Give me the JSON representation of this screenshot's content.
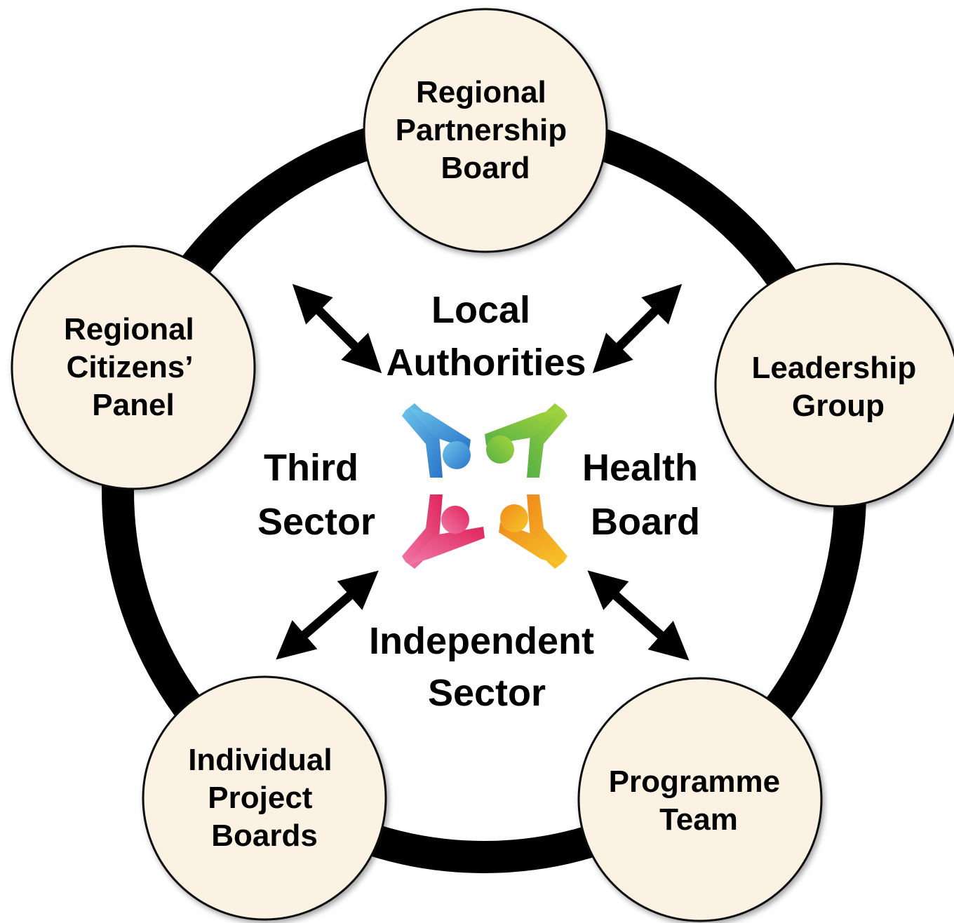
{
  "colors": {
    "ring": "#000000",
    "node_fill": "#fbf2e4",
    "node_stroke": "#111111",
    "text": "#000000",
    "logo_blue": "#2d8fd9",
    "logo_green": "#7cc242",
    "logo_pink": "#e8417a",
    "logo_orange": "#f6a21c"
  },
  "nodes": [
    {
      "id": "regional-partnership-board",
      "lines": [
        "Regional",
        "Partnership",
        "Board"
      ]
    },
    {
      "id": "leadership-group",
      "lines": [
        "Leadership",
        "Group"
      ]
    },
    {
      "id": "programme-team",
      "lines": [
        "Programme",
        "Team"
      ]
    },
    {
      "id": "individual-project-boards",
      "lines": [
        "Individual",
        "Project",
        "Boards"
      ]
    },
    {
      "id": "regional-citizens-panel",
      "lines": [
        "Regional",
        "Citizens’",
        "Panel"
      ]
    }
  ],
  "sectors": {
    "top": [
      "Local",
      "Authorities"
    ],
    "left": [
      "Third",
      "Sector"
    ],
    "right": [
      "Health",
      "Board"
    ],
    "bottom": [
      "Independent",
      "Sector"
    ]
  },
  "logo_icon": "four-hands-partnership-logo",
  "arrow_icon": "double-headed-arrow-icon"
}
